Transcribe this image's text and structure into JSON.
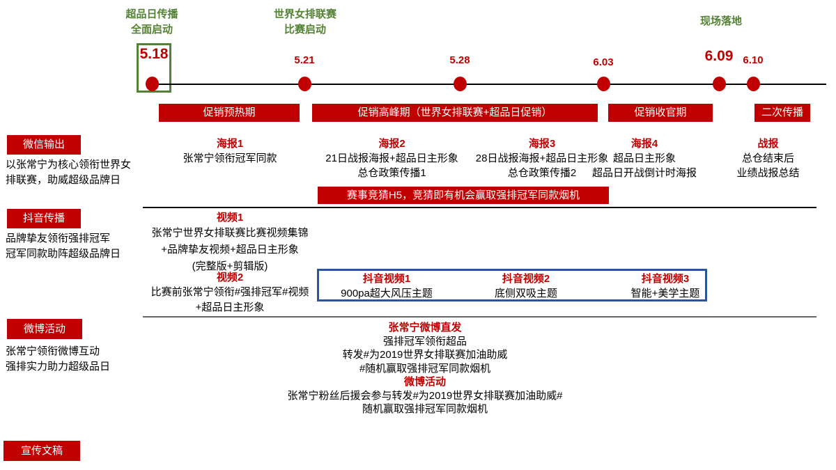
{
  "colors": {
    "red": "#C00000",
    "green": "#548235",
    "blue": "#2A5699"
  },
  "timeline": {
    "milestones": [
      {
        "label": "超品日传播\n全面启动"
      },
      {
        "label": "世界女排联赛\n比赛启动"
      },
      {
        "label": "现场落地"
      }
    ],
    "dates": [
      {
        "label": "5.18"
      },
      {
        "label": "5.21"
      },
      {
        "label": "5.28"
      },
      {
        "label": "6.03"
      },
      {
        "label": "6.09"
      },
      {
        "label": "6.10"
      }
    ]
  },
  "phases": [
    {
      "label": "促销预热期"
    },
    {
      "label": "促销高峰期（世界女排联赛+超品日促销）"
    },
    {
      "label": "促销收官期"
    },
    {
      "label": "二次传播"
    }
  ],
  "wechat": {
    "tag": "微信输出",
    "desc": "以张常宁为核心领衔世界女\n排联赛，助威超级品牌日",
    "items": [
      {
        "title": "海报1",
        "body": "张常宁领衔冠军同款"
      },
      {
        "title": "海报2",
        "body": "21日战报海报+超品日主形象\n总仓政策传播1"
      },
      {
        "title": "海报3",
        "body": "28日战报海报+超品日主形象\n总仓政策传播2"
      },
      {
        "title": "海报4",
        "body": "超品日主形象\n超品日开战倒计时海报"
      },
      {
        "title": "战报",
        "body": "总仓结束后\n业绩战报总结"
      }
    ],
    "banner": "赛事竞猜H5，竞猜即有机会赢取强排冠军同款烟机"
  },
  "douyin": {
    "tag": "抖音传播",
    "desc": "品牌挚友领衔强排冠军\n冠军同款助阵超级品牌日",
    "video1": {
      "title": "视频1",
      "body": "张常宁世界女排联赛比赛视频集锦\n+品牌挚友视频+超品日主形象\n(完整版+剪辑版)"
    },
    "video2": {
      "title": "视频2",
      "body": "比赛前张常宁领衔#强排冠军#视频\n+超品日主形象"
    },
    "box_items": [
      {
        "title": "抖音视频1",
        "body": "900pa超大风压主题"
      },
      {
        "title": "抖音视频2",
        "body": "底侧双吸主题"
      },
      {
        "title": "抖音视频3",
        "body": "智能+美学主题"
      }
    ]
  },
  "weibo": {
    "tag": "微博活动",
    "desc": "张常宁领衔微博互动\n强排实力助力超级品日",
    "block1_title": "张常宁微博直发",
    "block1_body": "强排冠军领衔超品\n转发#为2019世界女排联赛加油助威\n#随机赢取强排冠军同款烟机",
    "block2_title": "微博活动",
    "block2_body": "张常宁粉丝后援会参与转发#为2019世界女排联赛加油助威#\n随机赢取强排冠军同款烟机"
  },
  "footer": {
    "tag": "宣传文稿"
  }
}
